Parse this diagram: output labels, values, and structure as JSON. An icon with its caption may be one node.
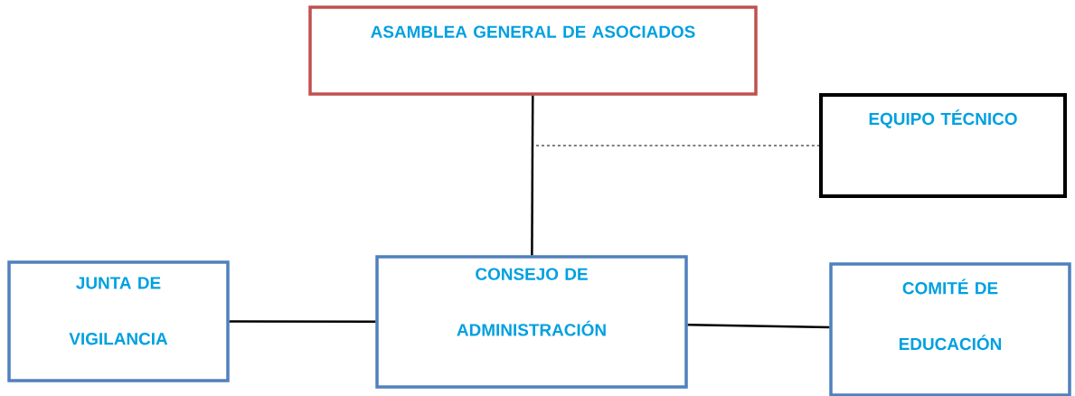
{
  "diagram": {
    "nodes": [
      {
        "text": [
          "ASAMBLEA GENERAL DE ASOCIADOS"
        ]
      },
      {
        "text": [
          "EQUIPO TÉCNICO"
        ]
      },
      {
        "text": [
          "JUNTA DE VIGILANCIA"
        ]
      },
      {
        "text": [
          "CONSEJO DE ADMINISTRACIÓN"
        ]
      },
      {
        "text": [
          "COMITÉ DE EDUCACIÓN"
        ]
      }
    ],
    "edges": [
      {
        "from": 0,
        "to": 3,
        "arrow": "none"
      },
      {
        "from": null,
        "to": 1,
        "arrow": "none",
        "style": "dashed"
      },
      {
        "from": 2,
        "to": 3,
        "arrow": "none"
      },
      {
        "from": 3,
        "to": 4,
        "arrow": "none"
      }
    ]
  }
}
